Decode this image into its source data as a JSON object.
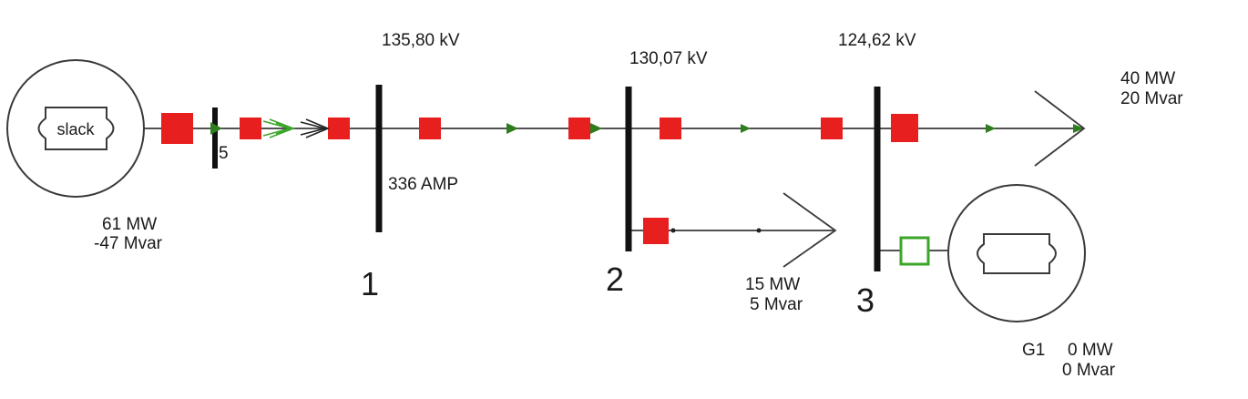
{
  "colors": {
    "line": "#3a3a3a",
    "breaker_closed": "#e81f1f",
    "breaker_open": "#3ba628",
    "arrow": "#2e7d1e",
    "bus": "#111111",
    "text": "#1a1a1a"
  },
  "generators": {
    "slack": {
      "name": "slack",
      "mw": "61 MW",
      "mvar": "-47 Mvar"
    },
    "g1": {
      "name": "G1",
      "mw": "0 MW",
      "mvar": "0 Mvar"
    }
  },
  "buses": [
    {
      "id": "bus-slack",
      "label": "5"
    },
    {
      "id": "bus-1",
      "number": "1",
      "voltage": "135,80 kV",
      "current": "336 AMP"
    },
    {
      "id": "bus-2",
      "number": "2",
      "voltage": "130,07 kV"
    },
    {
      "id": "bus-3",
      "number": "3",
      "voltage": "124,62 kV"
    }
  ],
  "loads": {
    "bus2": {
      "mw": "15 MW",
      "mvar": "5 Mvar"
    },
    "bus3": {
      "mw": "40 MW",
      "mvar": "20 Mvar"
    }
  }
}
